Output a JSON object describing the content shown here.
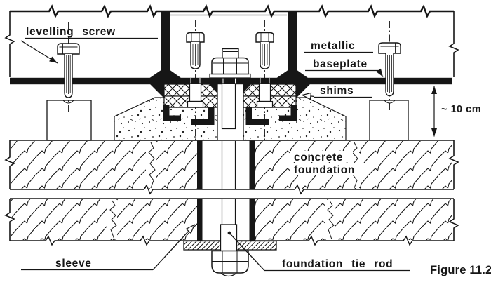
{
  "diagram": {
    "labels": {
      "levelling_screw": "levelling screw",
      "metallic": "metallic",
      "baseplate": "baseplate",
      "shims": "shims",
      "height_dimension": "~ 10 cm",
      "concrete_line1": "concrete",
      "concrete_line2": "foundation",
      "sleeve": "sleeve",
      "foundation_tie_rod": "foundation tie rod"
    },
    "caption": {
      "text": "Figure 11.2",
      "color": "#2e2ec8"
    },
    "colors": {
      "ink": "#161616",
      "paper": "#ffffff"
    }
  }
}
